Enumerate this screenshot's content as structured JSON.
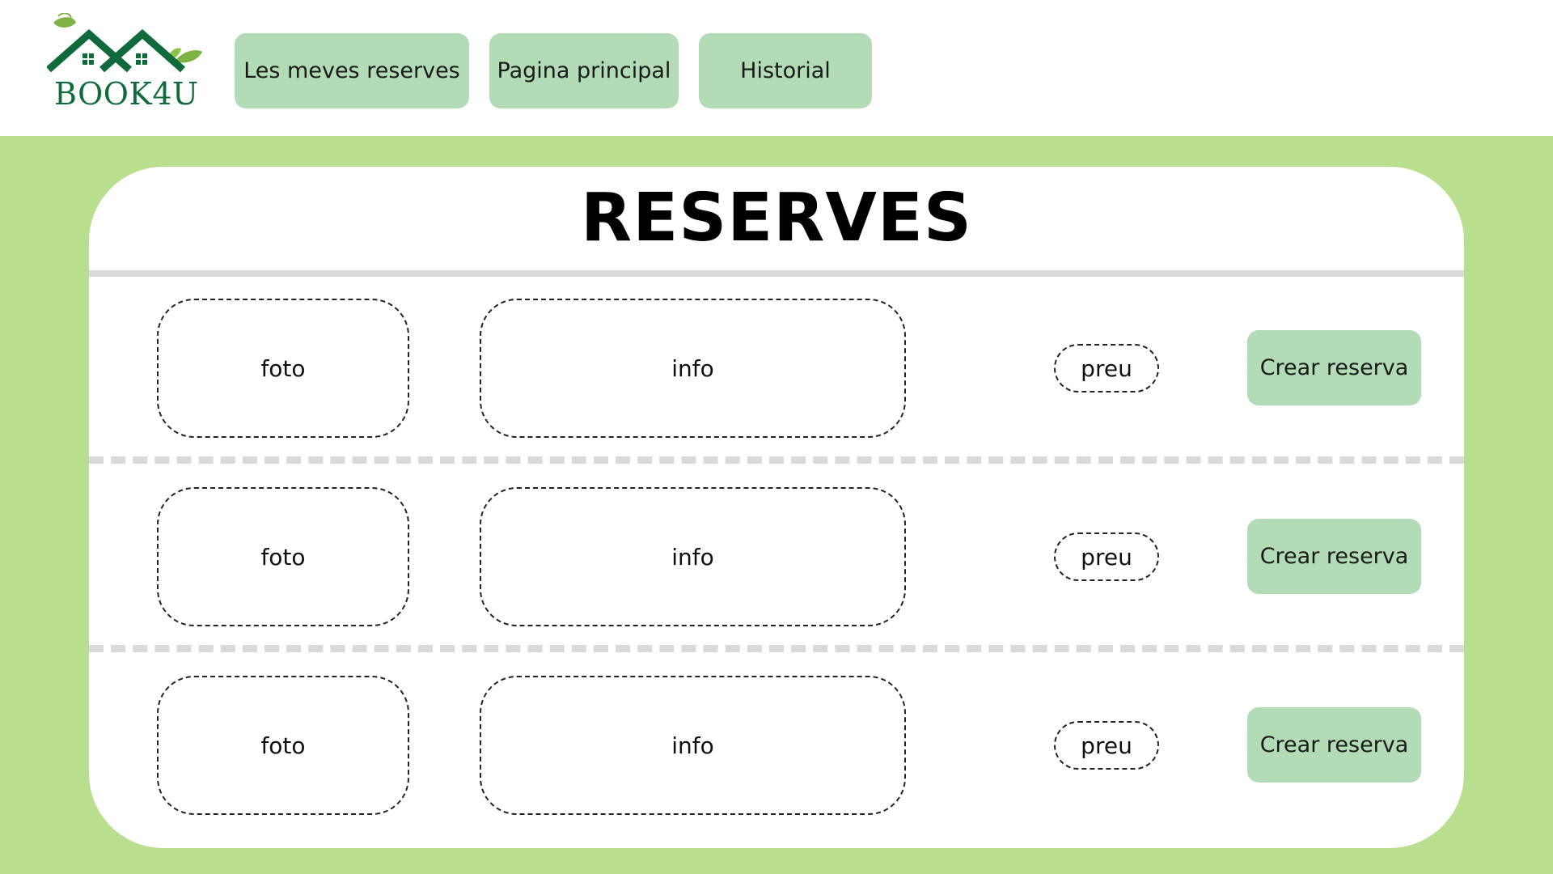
{
  "brand": {
    "name": "BOOK4U",
    "colors": {
      "logo_green": "#0f6b3a",
      "leaf_green": "#7cb342"
    }
  },
  "nav": {
    "items": [
      {
        "label": "Les meves reserves"
      },
      {
        "label": "Pagina principal"
      },
      {
        "label": "Historial"
      }
    ]
  },
  "main": {
    "title": "RESERVES",
    "rows": [
      {
        "photo": "foto",
        "info": "info",
        "price": "preu",
        "action": "Crear reserva"
      },
      {
        "photo": "foto",
        "info": "info",
        "price": "preu",
        "action": "Crear reserva"
      },
      {
        "photo": "foto",
        "info": "info",
        "price": "preu",
        "action": "Crear reserva"
      }
    ]
  },
  "colors": {
    "background_band": "#b8df8e",
    "button": "#b1dcb6",
    "divider": "#d9d9d9"
  }
}
